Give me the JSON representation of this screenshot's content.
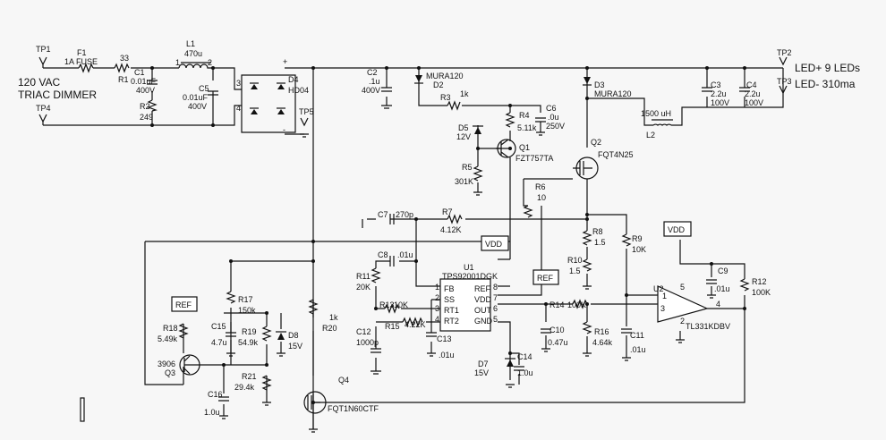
{
  "labels": {
    "tp1": "TP1",
    "f1": "F1",
    "fuse": "1A FUSE",
    "r1_val": "33",
    "r1": "R1",
    "l1": "L1",
    "l1_val": "470u",
    "c1": "C1",
    "c1_val": "0.01uF",
    "c1_v": "400V",
    "r2": "R2",
    "r2_val": "249",
    "c5": "C5",
    "c5_val": "0.01uF",
    "c5_v": "400V",
    "vac": "120 VAC",
    "triac": "TRIAC DIMMER",
    "tp4": "TP4",
    "d4": "D4",
    "d4_val": "HD04",
    "tp5": "TP5",
    "plus": "+",
    "minus": "-",
    "pin1": "1",
    "pin2": "2",
    "pin3": "3",
    "pin4": "4",
    "c2": "C2",
    "c2_val": ".1u",
    "c2_v": "400V",
    "d2": "D2",
    "d2_val": "MURA120",
    "r3": "R3",
    "r3_val": "1k",
    "r4": "R4",
    "r4_val": "5.11k",
    "c6": "C6",
    "c6_val": ".0u",
    "c6_v": "250V",
    "d5": "D5",
    "d5_val": "12V",
    "q1": "Q1",
    "q1_val": "FZT757TA",
    "r5": "R5",
    "r5_val": "301K",
    "r6": "R6",
    "r6_val": "10",
    "d3": "D3",
    "d3_val": "MURA120",
    "q2": "Q2",
    "q2_val": "FQT4N25",
    "l2_val": "1500 uH",
    "l2": "L2",
    "c3": "C3",
    "c3_val": "2.2u",
    "c3_v": "100V",
    "c4": "C4",
    "c4_val": "2.2u",
    "c4_v": "100V",
    "tp2": "TP2",
    "tp3": "TP3",
    "ledp": "LED+  9 LEDs",
    "ledm": "LED-  310ma",
    "c7": "C7",
    "c7_val": "270p",
    "r7": "R7",
    "r7_val": "4.12K",
    "vdd1": "VDD",
    "c8": "C8",
    "c8_val": ".01u",
    "u1": "U1",
    "u1_val": "TPS92001DGK",
    "fb": "FB",
    "ss": "SS",
    "rt1": "RT1",
    "rt2": "RT2",
    "ref": "REF",
    "vddp": "VDD",
    "out": "OUT",
    "gnd": "GND",
    "p1": "1",
    "p2": "2",
    "p3": "3",
    "p4": "4",
    "p5": "5",
    "p6": "6",
    "p7": "7",
    "p8": "8",
    "r11": "R11",
    "r11_val": "20K",
    "r13": "R13",
    "r13_val": "10K",
    "r15": "R15",
    "r15_val": "4.22K",
    "c12": "C12",
    "c12_val": "1000p",
    "c13": "C13",
    "c13_val": ".01u",
    "ref1": "REF",
    "r14": "R14",
    "r14_val": "100K",
    "c10": "C10",
    "c10_val": "0.47u",
    "r16": "R16",
    "r16_val": "4.64k",
    "c11": "C11",
    "c11_val": ".01u",
    "r8": "R8",
    "r8_val": "1.5",
    "r10": "R10",
    "r10_val": "1.5",
    "r9": "R9",
    "r9_val": "10K",
    "vdd2": "VDD",
    "c9": "C9",
    "c9_val": ".01u",
    "r12": "R12",
    "r12_val": "100K",
    "u2": "U2",
    "u2_val": "TL331KDBV",
    "u2p5": "5",
    "u2p2": "2",
    "u2p1": "1",
    "u2p3": "3",
    "u2p4": "4",
    "ref2": "REF",
    "r18": "R18",
    "r18_val": "5.49k",
    "q3a": "3906",
    "q3": "Q3",
    "r17": "R17",
    "r17_val": "150k",
    "c15": "C15",
    "c15_val": "4.7u",
    "r19": "R19",
    "r19_val": "54.9k",
    "d8": "D8",
    "d8_val": "15V",
    "r21": "R21",
    "r21_val": "29.4k",
    "c16": "C16",
    "c16_val": "1.0u",
    "r20_val": "1k",
    "r20": "R20",
    "q4": "Q4",
    "q4_val": "FQT1N60CTF",
    "d7": "D7",
    "d7_val": "15V",
    "c14": "C14",
    "c14_val": "1.0u"
  }
}
